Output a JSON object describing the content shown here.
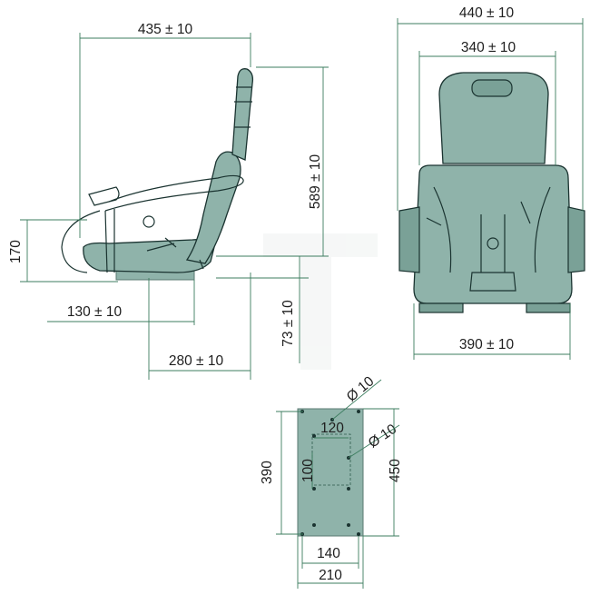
{
  "dimensions": {
    "side_width": "435 ± 10",
    "side_height": "589 ± 10",
    "left_height": "170",
    "rail_offset": "130 ± 10",
    "height_adjust": "73 ± 10",
    "rail_length": "280 ± 10",
    "front_outer_width": "440 ± 10",
    "front_back_width": "340 ± 10",
    "front_base_width": "390 ± 10",
    "hole_diameter_top": "Ø 10",
    "hole_diameter_mid": "Ø 10",
    "plate_hole_spacing_x": "120",
    "plate_hole_spacing_y": "100",
    "plate_height": "390",
    "plate_total_height": "450",
    "plate_hole_spacing_bottom": "140",
    "plate_width": "210"
  },
  "colors": {
    "seat_fill": "#8fb3aa",
    "outline": "#1a3330",
    "dimension_line": "#3c7d5f"
  }
}
